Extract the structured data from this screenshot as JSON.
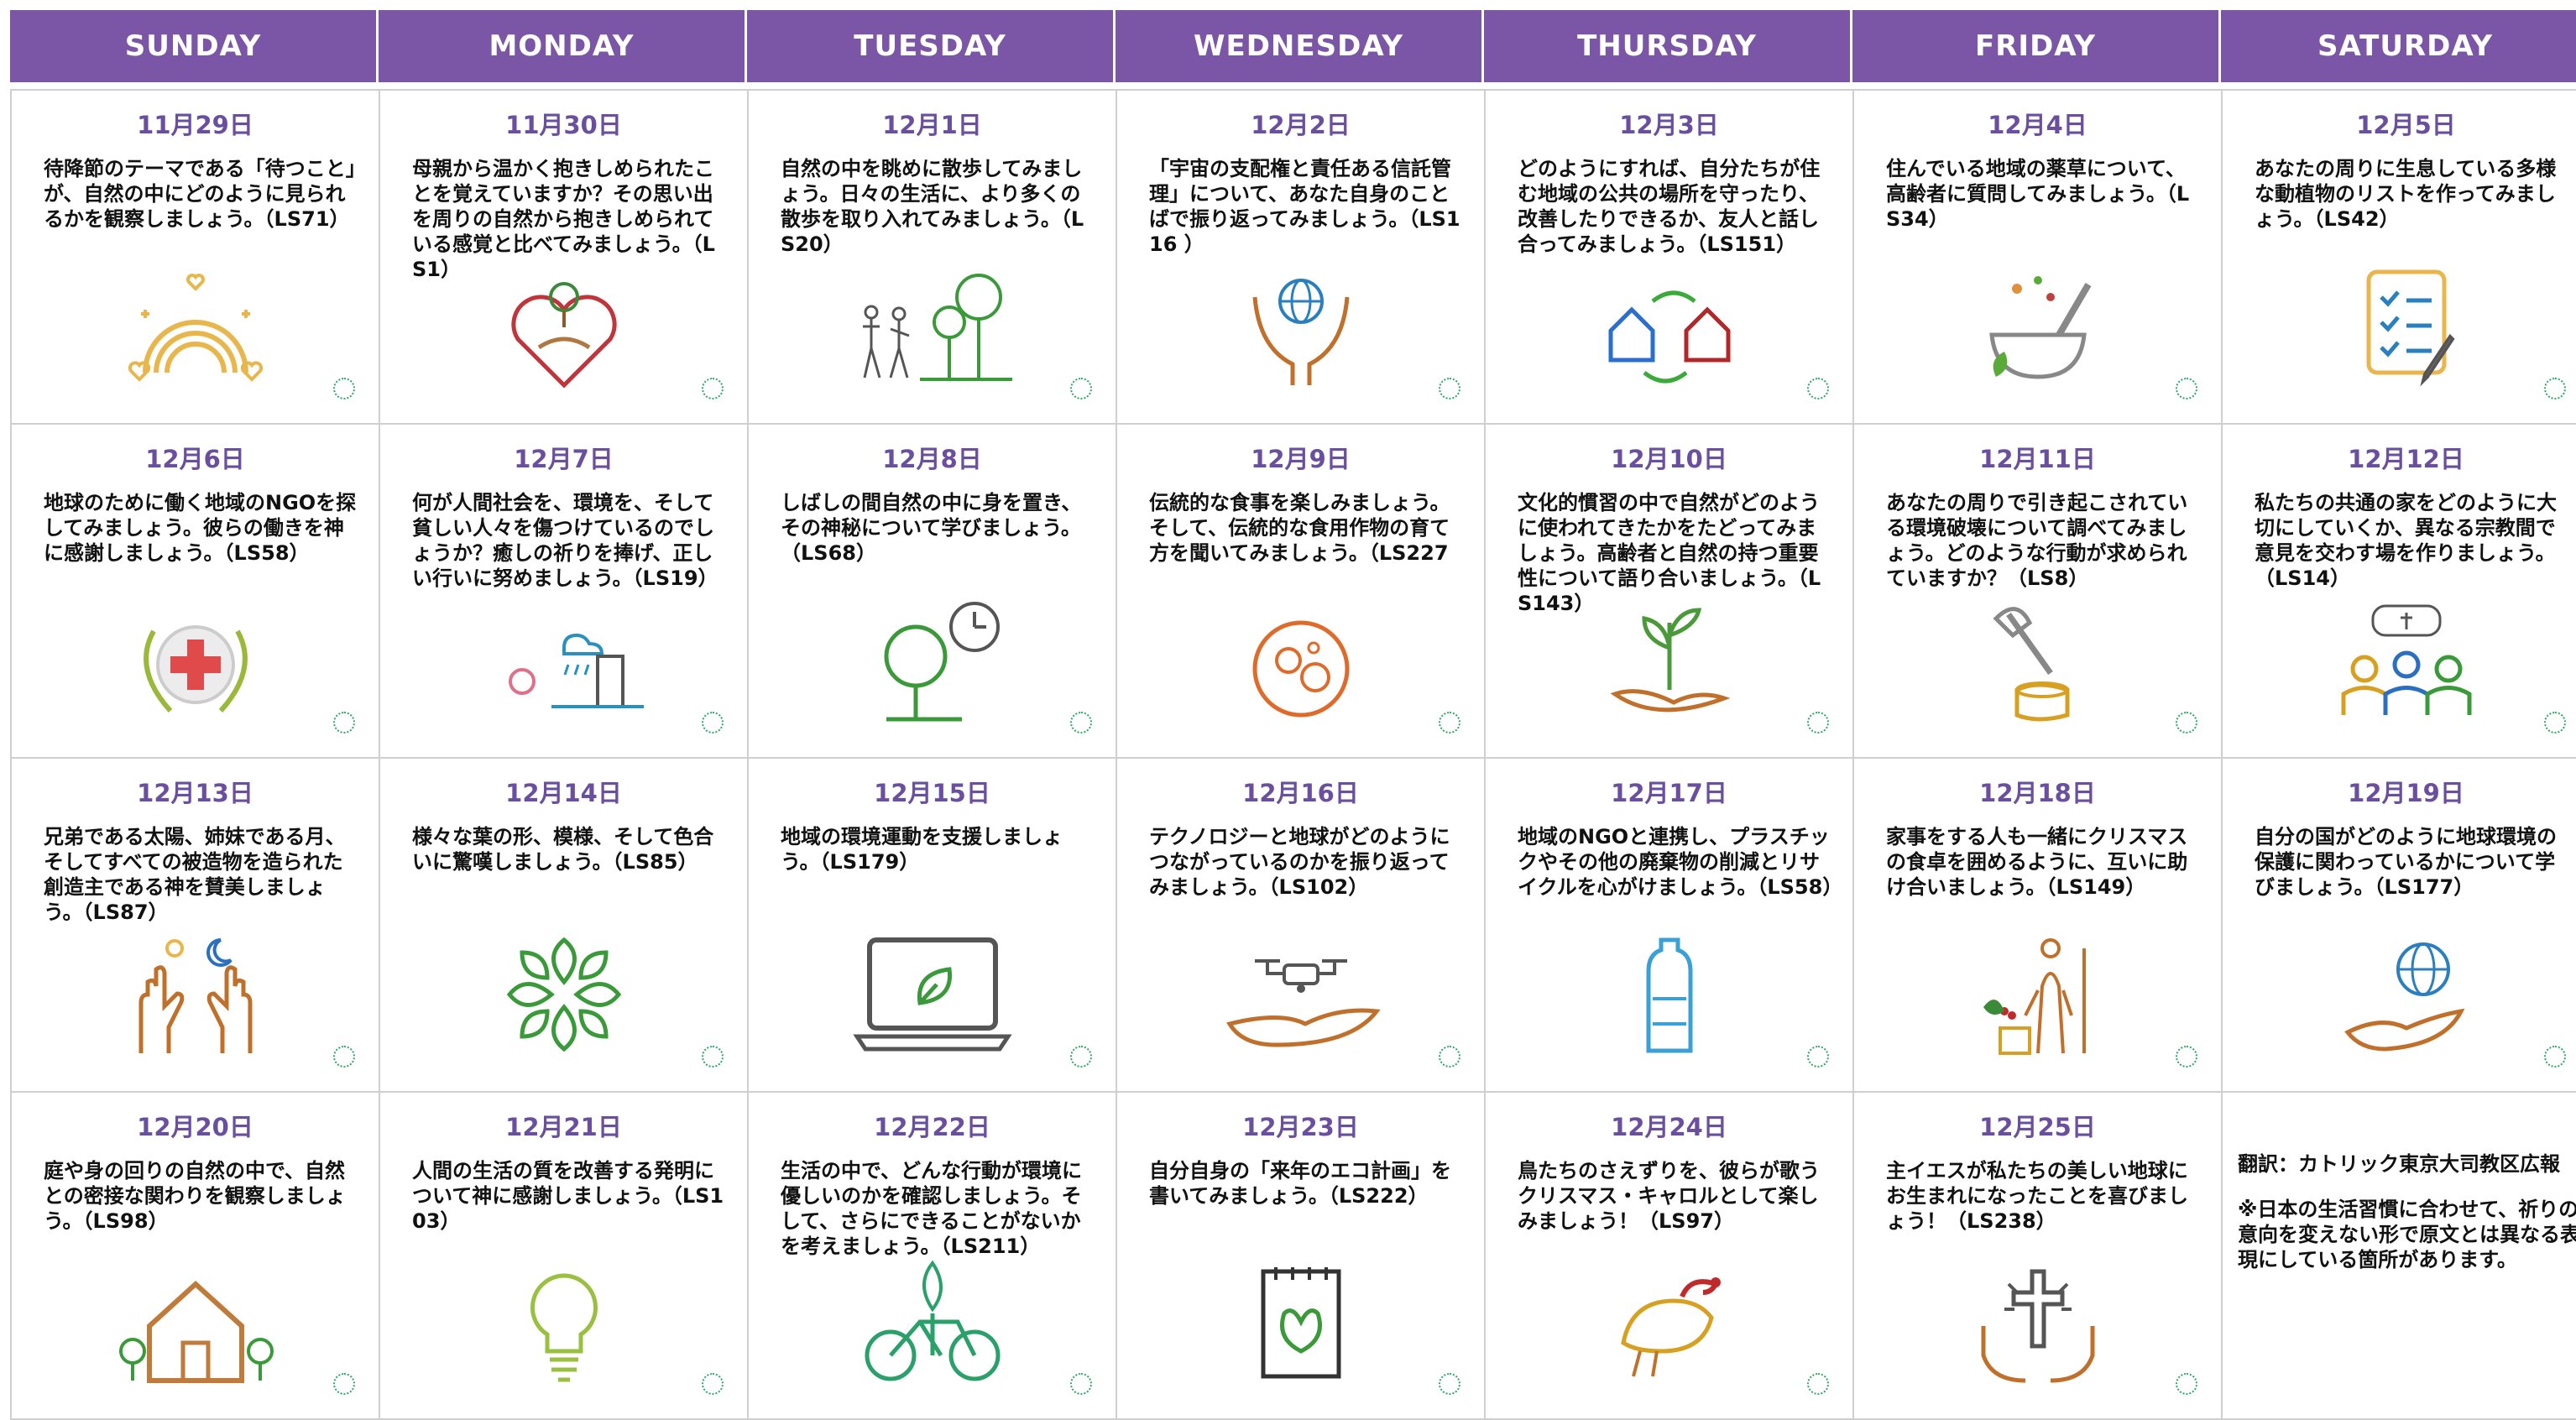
{
  "days": [
    "SUNDAY",
    "MONDAY",
    "TUESDAY",
    "WEDNESDAY",
    "THURSDAY",
    "FRIDAY",
    "SATURDAY"
  ],
  "colors": {
    "header": "#7b56a6",
    "date": "#6a4fa0",
    "check": "#2fa86b"
  },
  "cells": [
    {
      "date": "11月29日",
      "text": "待降節のテーマである「待つこと」が、自然の中にどのように見られるかを観察しましょう。（LS71）",
      "icon": "rainbow-hearts-icon"
    },
    {
      "date": "11月30日",
      "text": "母親から温かく抱きしめられたことを覚えていますか？その思い出を周りの自然から抱きしめられている感覚と比べてみましょう。（LS1）",
      "icon": "heart-tree-hands-icon"
    },
    {
      "date": "12月1日",
      "text": "自然の中を眺めに散歩してみましょう。日々の生活に、より多くの散歩を取り入れてみましょう。（LS20）",
      "icon": "walking-trees-icon"
    },
    {
      "date": "12月2日",
      "text": "「宇宙の支配権と責任ある信託管理」について、あなた自身のことばで振り返ってみましょう。（LS116 ）",
      "icon": "globe-hands-icon"
    },
    {
      "date": "12月3日",
      "text": "どのようにすれば、自分たちが住む地域の公共の場所を守ったり、改善したりできるか、友人と話し合ってみましょう。（LS151）",
      "icon": "houses-cycle-icon"
    },
    {
      "date": "12月4日",
      "text": "住んでいる地域の薬草について、高齢者に質問してみましょう。（LS34）",
      "icon": "mortar-herbs-icon"
    },
    {
      "date": "12月5日",
      "text": "あなたの周りに生息している多様な動植物のリストを作ってみましょう。（LS42）",
      "icon": "checklist-icon"
    },
    {
      "date": "12月6日",
      "text": "地球のために働く地域のNGOを探してみましょう。彼らの働きを神に感謝しましょう。（LS58）",
      "icon": "red-cross-wreath-icon"
    },
    {
      "date": "12月7日",
      "text": "何が人間社会を、環境を、そして貧しい人々を傷つけているのでしょうか？癒しの祈りを捧げ、正しい行いに努めましょう。（LS19）",
      "icon": "pollution-icon"
    },
    {
      "date": "12月8日",
      "text": "しばしの間自然の中に身を置き、その神秘について学びましょう。（LS68）",
      "icon": "tree-clock-icon"
    },
    {
      "date": "12月9日",
      "text": "伝統的な食事を楽しみましょう。そして、伝統的な食用作物の育て方を聞いてみましょう。（LS227",
      "icon": "food-plate-icon"
    },
    {
      "date": "12月10日",
      "text": "文化的慣習の中で自然がどのように使われてきたかをたどってみましょう。高齢者と自然の持つ重要性について語り合いましょう。（LS143）",
      "icon": "sprout-hand-icon"
    },
    {
      "date": "12月11日",
      "text": "あなたの周りで引き起こされている環境破壊について調べてみましょう。どのような行動が求められていますか？（LS8）",
      "icon": "axe-stump-icon"
    },
    {
      "date": "12月12日",
      "text": "私たちの共通の家をどのように大切にしていくか、異なる宗教間で意見を交わす場を作りましょう。（LS14）",
      "icon": "interfaith-people-icon"
    },
    {
      "date": "12月13日",
      "text": "兄弟である太陽、姉妹である月、そしてすべての被造物を造られた創造主である神を賛美しましょう。（LS87）",
      "icon": "praising-hands-icon"
    },
    {
      "date": "12月14日",
      "text": "様々な葉の形、模様、そして色合いに驚嘆しましょう。（LS85）",
      "icon": "leaves-pattern-icon"
    },
    {
      "date": "12月15日",
      "text": "地域の環境運動を支援しましょう。（LS179）",
      "icon": "laptop-leaf-icon"
    },
    {
      "date": "12月16日",
      "text": "テクノロジーと地球がどのようにつながっているのかを振り返ってみましょう。（LS102）",
      "icon": "drone-hand-icon"
    },
    {
      "date": "12月17日",
      "text": "地域のNGOと連携し、プラスチックやその他の廃棄物の削減とリサイクルを心がけましょう。（LS58）",
      "icon": "recycle-bottle-icon"
    },
    {
      "date": "12月18日",
      "text": "家事をする人も一緒にクリスマスの食卓を囲めるように、互いに助け合いましょう。（LS149）",
      "icon": "cleaner-holly-icon"
    },
    {
      "date": "12月19日",
      "text": "自分の国がどのように地球環境の保護に関わっているかについて学びましょう。（LS177）",
      "icon": "globe-hand-icon"
    },
    {
      "date": "12月20日",
      "text": "庭や身の回りの自然の中で、自然との密接な関わりを観察しましょう。（LS98）",
      "icon": "house-trees-icon"
    },
    {
      "date": "12月21日",
      "text": "人間の生活の質を改善する発明について神に感謝しましょう。（LS103）",
      "icon": "lightbulb-icon"
    },
    {
      "date": "12月22日",
      "text": "生活の中で、どんな行動が環境に優しいのかを確認しましょう。そして、さらにできることがないかを考えましょう。（LS211）",
      "icon": "bicycle-plant-icon"
    },
    {
      "date": "12月23日",
      "text": "自分自身の「来年のエコ計画」を書いてみましょう。（LS222）",
      "icon": "notepad-leaf-icon"
    },
    {
      "date": "12月24日",
      "text": "鳥たちのさえずりを、彼らが歌うクリスマス・キャロルとして楽しみましょう！（LS97）",
      "icon": "bird-santa-hat-icon"
    },
    {
      "date": "12月25日",
      "text": "主イエスが私たちの美しい地球にお生まれになったことを喜びましょう！（LS238）",
      "icon": "cross-hands-icon"
    }
  ],
  "note": {
    "translation": "翻訳：カトリック東京大司教区広報",
    "remark": "※日本の生活習慣に合わせて、祈りの意向を変えない形で原文とは異なる表現にしている箇所があります。"
  }
}
